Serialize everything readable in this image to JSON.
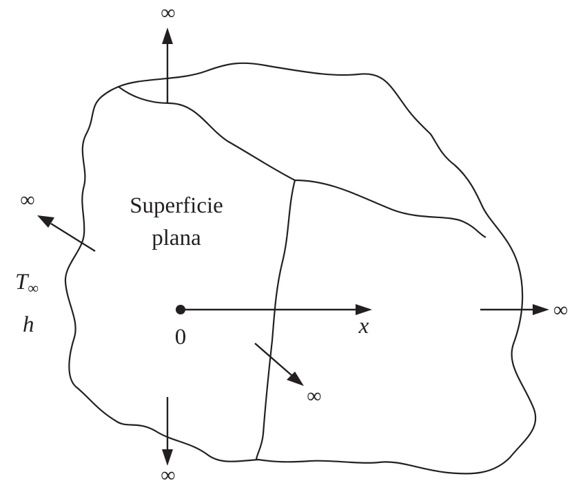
{
  "colors": {
    "solid_fill": "#f4b6d2",
    "ink": "#231f20",
    "background": "#ffffff"
  },
  "labels": {
    "surface_line1": "Superficie",
    "surface_line2": "plana",
    "origin": "0",
    "x_axis": "x",
    "temperature_symbol": "T",
    "temperature_subscript": "∞",
    "h_symbol": "h",
    "infinity_top": "∞",
    "infinity_left": "∞",
    "infinity_right": "∞",
    "infinity_bottom": "∞",
    "infinity_inward": "∞"
  }
}
